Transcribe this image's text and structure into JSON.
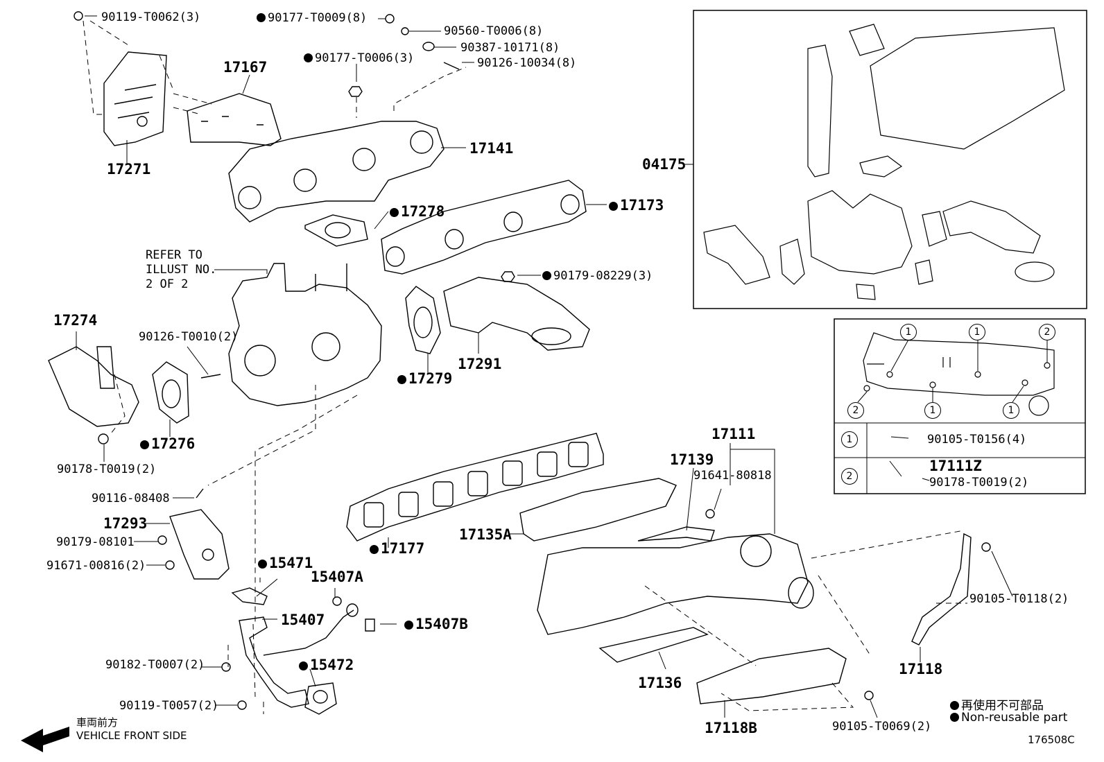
{
  "diagram_code": "176508C",
  "front": {
    "jp": "車両前方",
    "en": "VEHICLE FRONT SIDE"
  },
  "legend": {
    "jp": "再使用不可部品",
    "en": "Non-reusable part"
  },
  "refer_note": [
    "REFER TO",
    "ILLUST NO.",
    "2 OF 2"
  ],
  "parts": {
    "p90119_T0062": "90119-T0062(3)",
    "p90177_T0009": "90177-T0009(8)",
    "p90560_T0006": "90560-T0006(8)",
    "p90387_10171": "90387-10171(8)",
    "p90177_T0006": "90177-T0006(3)",
    "p90126_10034": "90126-10034(8)",
    "p17167": "17167",
    "p17271": "17271",
    "p17141": "17141",
    "p17278": "17278",
    "p17173": "17173",
    "p04175": "04175",
    "p90179_08229": "90179-08229(3)",
    "p17274": "17274",
    "p90126_T0010": "90126-T0010(2)",
    "p17279": "17279",
    "p17291": "17291",
    "p17276": "17276",
    "p90178_T0019a": "90178-T0019(2)",
    "p90116_08408": "90116-08408",
    "p17293": "17293",
    "p90179_08101": "90179-08101",
    "p91671_00816": "91671-00816(2)",
    "p17177": "17177",
    "p17135A": "17135A",
    "p17111": "17111",
    "p17139": "17139",
    "p91641_80818": "91641-80818",
    "p15471": "15471",
    "p15407A": "15407A",
    "p15407": "15407",
    "p15407B": "15407B",
    "p90182_T0007": "90182-T0007(2)",
    "p15472": "15472",
    "p90119_T0057": "90119-T0057(2)",
    "p17136": "17136",
    "p17118B": "17118B",
    "p90105_T0069": "90105-T0069(2)",
    "p17118": "17118",
    "p90105_T0118": "90105-T0118(2)"
  },
  "inset_table": {
    "row1": {
      "num": "1",
      "part": "90105-T0156(4)"
    },
    "row2": {
      "num": "2",
      "part_a": "17111Z",
      "part_b": "90178-T0019(2)"
    },
    "callouts": [
      "1",
      "1",
      "2",
      "2",
      "1",
      "1"
    ]
  }
}
